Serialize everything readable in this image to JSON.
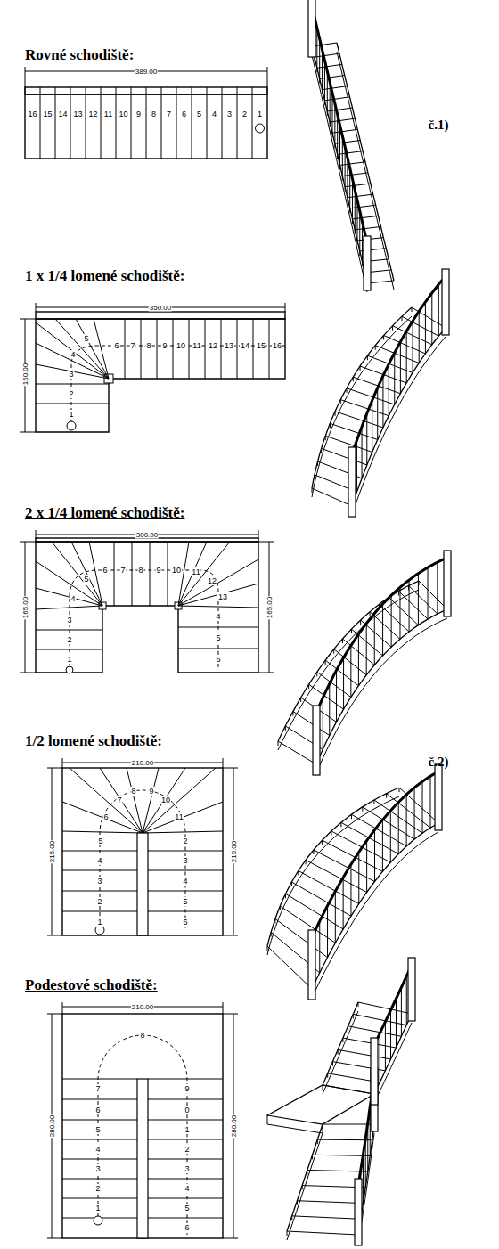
{
  "diagram": {
    "labels": [
      "Rovné schodiště:",
      "389.00",
      "16",
      "15",
      "14",
      "13",
      "12",
      "11",
      "10",
      "9",
      "8",
      "7",
      "6",
      "5",
      "4",
      "3",
      "2",
      "1",
      "č.1)",
      "1 x 1/4 lomené schodiště:",
      "350.00",
      "150.00",
      "1",
      "2",
      "3",
      "4",
      "5",
      "6",
      "7",
      "8",
      "9",
      "10",
      "11",
      "12",
      "13",
      "14",
      "15",
      "16",
      "2 x 1/4 lomené schodiště:",
      "300.00",
      "165.00",
      "165.00",
      "1",
      "2",
      "3",
      "4",
      "5",
      "6",
      "7",
      "8",
      "9",
      "10",
      "11",
      "12",
      "13",
      "4",
      "5",
      "6",
      "1/2 lomené schodiště:",
      "210.00",
      "215.00",
      "215.00",
      "1",
      "2",
      "3",
      "4",
      "5",
      "6",
      "7",
      "8",
      "9",
      "10",
      "11",
      "2",
      "3",
      "4",
      "5",
      "6",
      "č.2)",
      "Podestové schodiště:",
      "210.00",
      "280.00",
      "280.00",
      "1",
      "2",
      "3",
      "4",
      "5",
      "6",
      "7",
      "8",
      "9",
      "0",
      "1",
      "2",
      "3",
      "4",
      "5",
      "6"
    ]
  }
}
